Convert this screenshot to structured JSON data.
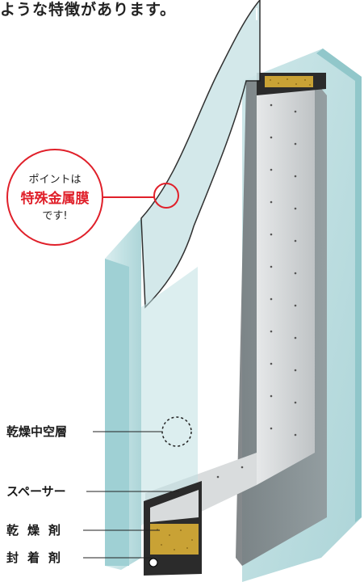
{
  "heading": "ような特徴があります。",
  "callout": {
    "line1": "ポイントは",
    "line2": "特殊金属膜",
    "line3": "です!"
  },
  "labels": {
    "air_layer": "乾燥中空層",
    "spacer": "スペーサー",
    "desiccant": "乾燥剤",
    "sealant": "封着剤"
  },
  "colors": {
    "glass_light": "#b9dcdf",
    "glass_edge": "#6fb2b8",
    "frame_dark": "#2b2b2b",
    "spacer_gray": "#cfd2d3",
    "desiccant": "#c9a235",
    "accent_red": "#e0202a"
  }
}
